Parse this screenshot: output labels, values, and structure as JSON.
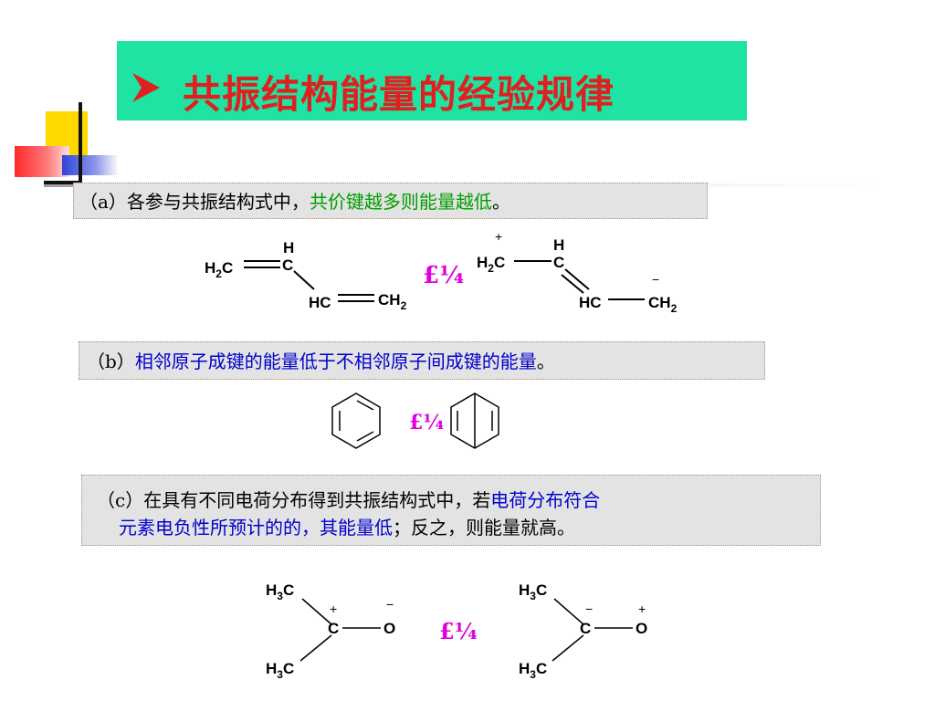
{
  "title": "共振结构能量的经验规律",
  "rule_a": {
    "prefix": "（a）各参与共振结构式中，",
    "highlight": "共价键越多则能量越低",
    "suffix": "。"
  },
  "rule_b": {
    "prefix": "（b）",
    "highlight": "相邻原子成键的能量低于不相邻原子间成键的能量",
    "suffix": "。"
  },
  "rule_c": {
    "prefix": "（c）在具有不同电荷分布得到共振结构式中，若",
    "highlight_line1": "电荷分布符合",
    "highlight_line2": "元素电负性所预计的的，其能量低",
    "suffix": "；反之，则能量就高。"
  },
  "comparison_symbol": "£¼",
  "structures": {
    "a_left": {
      "h": "H",
      "c": "C",
      "h2c": "H",
      "h2c_sub": "2",
      "h2c_c": "C",
      "hc": "HC",
      "ch2": "CH",
      "ch2_sub": "2"
    },
    "a_right": {
      "plus": "+",
      "minus": "−",
      "h": "H",
      "c": "C",
      "h2c": "H",
      "h2c_sub": "2",
      "h2c_c": "C",
      "hc": "HC",
      "ch2": "CH",
      "ch2_sub": "2"
    },
    "c_left": {
      "top": "H",
      "top_sub": "3",
      "top_c": "C",
      "bottom": "H",
      "bottom_sub": "3",
      "bottom_c": "C",
      "c": "C",
      "o": "O",
      "plus": "+",
      "minus": "−"
    },
    "c_right": {
      "top": "H",
      "top_sub": "3",
      "top_c": "C",
      "bottom": "H",
      "bottom_sub": "3",
      "bottom_c": "C",
      "c": "C",
      "o": "O",
      "plus": "+",
      "minus": "−"
    }
  },
  "colors": {
    "title_bg": "#1ee3a2",
    "title_text": "#e02020",
    "green": "#00a000",
    "blue": "#0000cc",
    "symbol": "#e000e0"
  }
}
